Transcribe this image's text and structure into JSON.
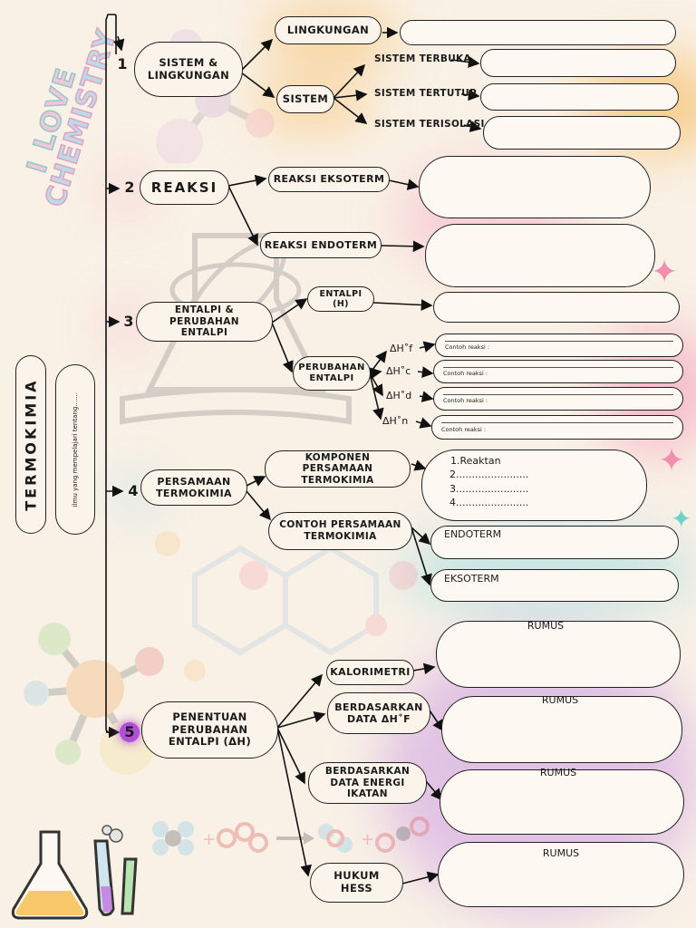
{
  "banner": {
    "line1": "I LOVE",
    "line2": "CHEMISTRY"
  },
  "title": "TERMOKIMIA",
  "subtitle": "ilmu yang mempelajari tentang.......",
  "numbers": [
    "1",
    "2",
    "3",
    "4",
    "5"
  ],
  "nodes": {
    "sistem_lingkungan": "SISTEM & LINGKUNGAN",
    "lingkungan": "LINGKUNGAN",
    "sistem": "SISTEM",
    "sistem_terbuka": "SISTEM TERBUKA",
    "sistem_tertutup": "SISTEM TERTUTUP",
    "sistem_terisolasi": "SISTEM TERISOLASI",
    "reaksi": "REAKSI",
    "reaksi_eksoterm": "REAKSI EKSOTERM",
    "reaksi_endoterm": "REAKSI ENDOTERM",
    "entalpi_perubahan": "ENTALPI & PERUBAHAN ENTALPI",
    "entalpi_h": "ENTALPI (H)",
    "perubahan_entalpi": "PERUBAHAN ENTALPI",
    "dh_f": "ΔH˚f",
    "dh_c": "ΔH˚c",
    "dh_d": "ΔH˚d",
    "dh_n": "ΔH˚n",
    "contoh_reaksi": "Contoh reaksi :",
    "persamaan_termokimia": "PERSAMAAN TERMOKIMIA",
    "komponen_persamaan": "KOMPONEN PERSAMAAN TERMOKIMIA",
    "contoh_persamaan": "CONTOH PERSAMAAN TERMOKIMIA",
    "komponen_list": [
      "1.Reaktan",
      "2.......................",
      "3.......................",
      "4......................."
    ],
    "endoterm": "ENDOTERM",
    "eksoterm": "EKSOTERM",
    "penentuan": "PENENTUAN PERUBAHAN ENTALPI (ΔH)",
    "kalorimetri": "KALORIMETRI",
    "data_dhf": "BERDASARKAN DATA ΔH˚F",
    "energi_ikatan": "BERDASARKAN DATA ENERGI IKATAN",
    "hukum_hess": "HUKUM HESS",
    "rumus": "RUMUS"
  },
  "colors": {
    "orange_glow": "#f7b24a",
    "pink_glow": "#f48fb1",
    "cyan_glow": "#7fd3e0",
    "purple_glow": "#c38be0",
    "badge5": "#b14fd6"
  }
}
